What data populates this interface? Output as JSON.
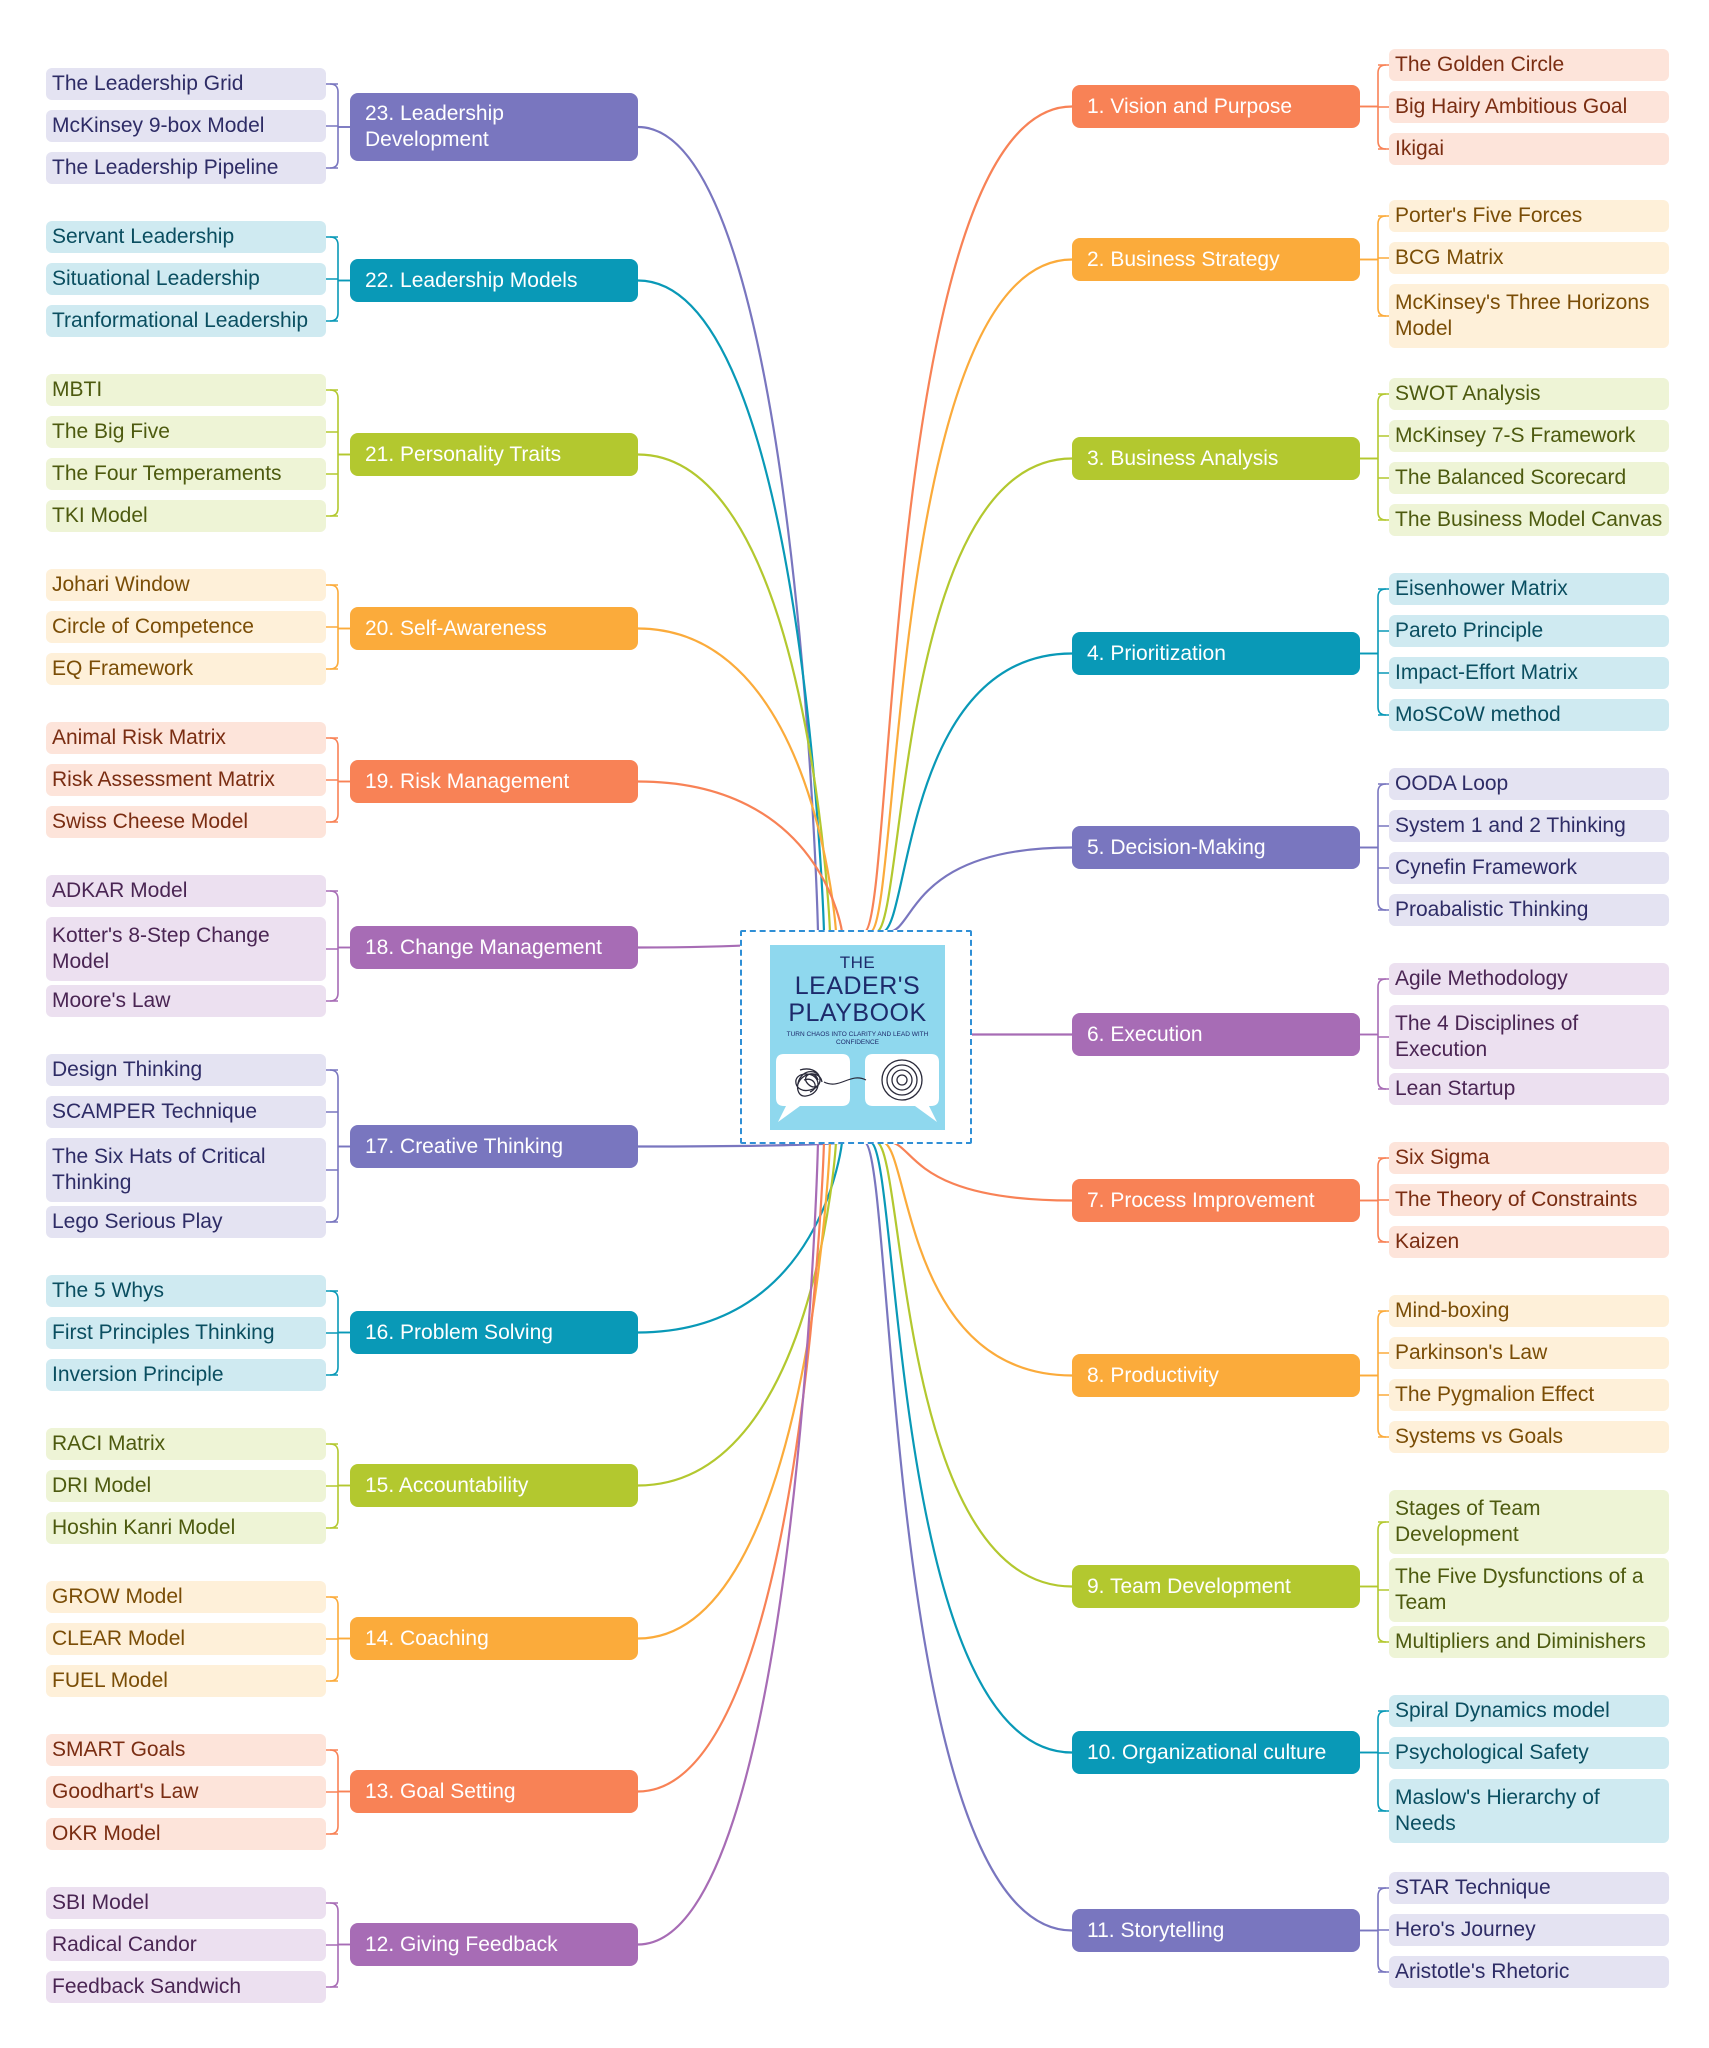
{
  "center": {
    "line1": "THE",
    "line2": "LEADER'S",
    "line3": "PLAYBOOK",
    "subtitle": "TURN CHAOS INTO CLARITY AND LEAD WITH CONFIDENCE"
  },
  "colors": {
    "orange": "#f88256",
    "amber": "#fbab3b",
    "lime": "#b3c82f",
    "teal": "#0999b7",
    "indigo": "#7976bf",
    "purple": "#a76cb5"
  },
  "right_topics": [
    {
      "label": "1. Vision and Purpose",
      "color": "#f88256",
      "sub_bg": "#fde4da",
      "sub_fg": "#7a2d12",
      "items": [
        [
          "The Golden Circle"
        ],
        [
          "Big Hairy Ambitious Goal"
        ],
        [
          "Ikigai"
        ]
      ]
    },
    {
      "label": "2. Business Strategy",
      "color": "#fbab3b",
      "sub_bg": "#fef0d9",
      "sub_fg": "#7a4d06",
      "items": [
        [
          "Porter's Five Forces"
        ],
        [
          "BCG Matrix"
        ],
        [
          "McKinsey's Three Horizons",
          "Model"
        ]
      ]
    },
    {
      "label": "3. Business Analysis",
      "color": "#b3c82f",
      "sub_bg": "#eef4d6",
      "sub_fg": "#4d5a0f",
      "items": [
        [
          "SWOT Analysis"
        ],
        [
          "McKinsey 7-S Framework"
        ],
        [
          "The Balanced Scorecard"
        ],
        [
          "The Business Model Canvas"
        ]
      ]
    },
    {
      "label": "4. Prioritization",
      "color": "#0999b7",
      "sub_bg": "#cfeaf1",
      "sub_fg": "#0a4e60",
      "items": [
        [
          "Eisenhower Matrix"
        ],
        [
          "Pareto Principle"
        ],
        [
          "Impact-Effort Matrix"
        ],
        [
          "MoSCoW method"
        ]
      ]
    },
    {
      "label": "5. Decision-Making",
      "color": "#7976bf",
      "sub_bg": "#e4e3f2",
      "sub_fg": "#2e2c66",
      "items": [
        [
          "OODA Loop"
        ],
        [
          "System 1 and 2 Thinking"
        ],
        [
          "Cynefin Framework"
        ],
        [
          "Proabalistic Thinking"
        ]
      ]
    },
    {
      "label": "6. Execution",
      "color": "#a76cb5",
      "sub_bg": "#ece0f0",
      "sub_fg": "#4a2553",
      "items": [
        [
          "Agile Methodology"
        ],
        [
          "The 4 Disciplines of",
          "Execution"
        ],
        [
          "Lean Startup"
        ]
      ]
    },
    {
      "label": "7. Process Improvement",
      "color": "#f88256",
      "sub_bg": "#fde4da",
      "sub_fg": "#7a2d12",
      "items": [
        [
          "Six Sigma"
        ],
        [
          "The Theory of Constraints"
        ],
        [
          "Kaizen"
        ]
      ]
    },
    {
      "label": "8. Productivity",
      "color": "#fbab3b",
      "sub_bg": "#fef0d9",
      "sub_fg": "#7a4d06",
      "items": [
        [
          "Mind-boxing"
        ],
        [
          "Parkinson's Law"
        ],
        [
          "The Pygmalion Effect"
        ],
        [
          "Systems vs Goals"
        ]
      ]
    },
    {
      "label": "9. Team Development",
      "color": "#b3c82f",
      "sub_bg": "#eef4d6",
      "sub_fg": "#4d5a0f",
      "items": [
        [
          "Stages of Team",
          "Development"
        ],
        [
          "The Five Dysfunctions of a",
          "Team"
        ],
        [
          "Multipliers and Diminishers"
        ]
      ]
    },
    {
      "label": "10. Organizational culture",
      "color": "#0999b7",
      "sub_bg": "#cfeaf1",
      "sub_fg": "#0a4e60",
      "items": [
        [
          "Spiral Dynamics model"
        ],
        [
          "Psychological Safety"
        ],
        [
          "Maslow's Hierarchy of",
          "Needs"
        ]
      ]
    },
    {
      "label": "11. Storytelling",
      "color": "#7976bf",
      "sub_bg": "#e4e3f2",
      "sub_fg": "#2e2c66",
      "items": [
        [
          "STAR Technique"
        ],
        [
          "Hero's Journey"
        ],
        [
          "Aristotle's Rhetoric"
        ]
      ]
    }
  ],
  "left_topics": [
    {
      "label": "23. Leadership Development",
      "lines": [
        "23. Leadership",
        "Development"
      ],
      "color": "#7976bf",
      "sub_bg": "#e4e3f2",
      "sub_fg": "#2e2c66",
      "items": [
        [
          "The Leadership Grid"
        ],
        [
          "McKinsey 9-box Model"
        ],
        [
          "The Leadership Pipeline"
        ]
      ]
    },
    {
      "label": "22. Leadership Models",
      "color": "#0999b7",
      "sub_bg": "#cfeaf1",
      "sub_fg": "#0a4e60",
      "items": [
        [
          "Servant Leadership"
        ],
        [
          "Situational Leadership"
        ],
        [
          "Tranformational Leadership"
        ]
      ]
    },
    {
      "label": "21. Personality Traits",
      "color": "#b3c82f",
      "sub_bg": "#eef4d6",
      "sub_fg": "#4d5a0f",
      "items": [
        [
          "MBTI"
        ],
        [
          "The Big Five"
        ],
        [
          "The Four Temperaments"
        ],
        [
          "TKI Model"
        ]
      ]
    },
    {
      "label": "20. Self-Awareness",
      "color": "#fbab3b",
      "sub_bg": "#fef0d9",
      "sub_fg": "#7a4d06",
      "items": [
        [
          "Johari Window"
        ],
        [
          "Circle of Competence"
        ],
        [
          "EQ Framework"
        ]
      ]
    },
    {
      "label": "19. Risk Management",
      "color": "#f88256",
      "sub_bg": "#fde4da",
      "sub_fg": "#7a2d12",
      "items": [
        [
          "Animal Risk Matrix"
        ],
        [
          "Risk Assessment Matrix"
        ],
        [
          "Swiss Cheese Model"
        ]
      ]
    },
    {
      "label": "18. Change Management",
      "color": "#a76cb5",
      "sub_bg": "#ece0f0",
      "sub_fg": "#4a2553",
      "items": [
        [
          "ADKAR Model"
        ],
        [
          "Kotter's 8-Step Change",
          "Model"
        ],
        [
          "Moore's Law"
        ]
      ]
    },
    {
      "label": "17. Creative Thinking",
      "color": "#7976bf",
      "sub_bg": "#e4e3f2",
      "sub_fg": "#2e2c66",
      "items": [
        [
          "Design Thinking"
        ],
        [
          "SCAMPER Technique"
        ],
        [
          "The Six Hats of Critical",
          "Thinking"
        ],
        [
          "Lego Serious Play"
        ]
      ]
    },
    {
      "label": "16. Problem Solving",
      "color": "#0999b7",
      "sub_bg": "#cfeaf1",
      "sub_fg": "#0a4e60",
      "items": [
        [
          "The 5 Whys"
        ],
        [
          "First Principles Thinking"
        ],
        [
          "Inversion Principle"
        ]
      ]
    },
    {
      "label": "15. Accountability",
      "color": "#b3c82f",
      "sub_bg": "#eef4d6",
      "sub_fg": "#4d5a0f",
      "items": [
        [
          "RACI Matrix"
        ],
        [
          "DRI Model"
        ],
        [
          "Hoshin Kanri Model"
        ]
      ]
    },
    {
      "label": "14. Coaching",
      "color": "#fbab3b",
      "sub_bg": "#fef0d9",
      "sub_fg": "#7a4d06",
      "items": [
        [
          "GROW Model"
        ],
        [
          "CLEAR Model"
        ],
        [
          "FUEL Model"
        ]
      ]
    },
    {
      "label": "13. Goal Setting",
      "color": "#f88256",
      "sub_bg": "#fde4da",
      "sub_fg": "#7a2d12",
      "items": [
        [
          "SMART Goals"
        ],
        [
          "Goodhart's Law"
        ],
        [
          "OKR Model"
        ]
      ]
    },
    {
      "label": "12. Giving Feedback",
      "color": "#a76cb5",
      "sub_bg": "#ece0f0",
      "sub_fg": "#4a2553",
      "items": [
        [
          "SBI Model"
        ],
        [
          "Radical Candor"
        ],
        [
          "Feedback Sandwich"
        ]
      ]
    }
  ]
}
